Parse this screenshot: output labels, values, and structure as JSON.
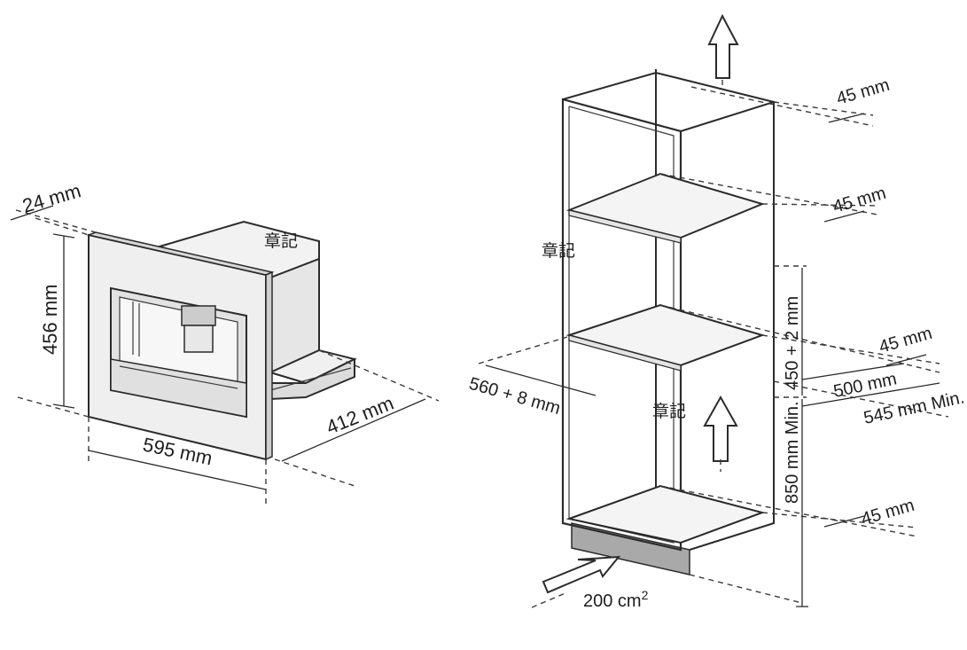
{
  "machine": {
    "dim_depth_front": "24 mm",
    "dim_height": "456 mm",
    "dim_width": "595 mm",
    "dim_depth": "412 mm"
  },
  "cabinet": {
    "dim_top_gap": "45 mm",
    "dim_upper_shelf_gap": "45 mm",
    "dim_lower_shelf_gap": "45 mm",
    "dim_bottom_gap": "45 mm",
    "dim_niche_width": "560 + 8 mm",
    "dim_niche_depth": "500 mm",
    "dim_cabinet_depth": "545 mm Min.",
    "dim_niche_height": "450 + 2 mm",
    "dim_floor_height": "850 mm Min.",
    "vent_area_base": "200 cm",
    "vent_area_exp": "2"
  },
  "watermarks": [
    "章記",
    "章記",
    "章記"
  ],
  "colors": {
    "line": "#2b2b2b",
    "plinth": "#a9a9a9",
    "panel": "#ececec",
    "shelf": "#f4f4f4"
  }
}
